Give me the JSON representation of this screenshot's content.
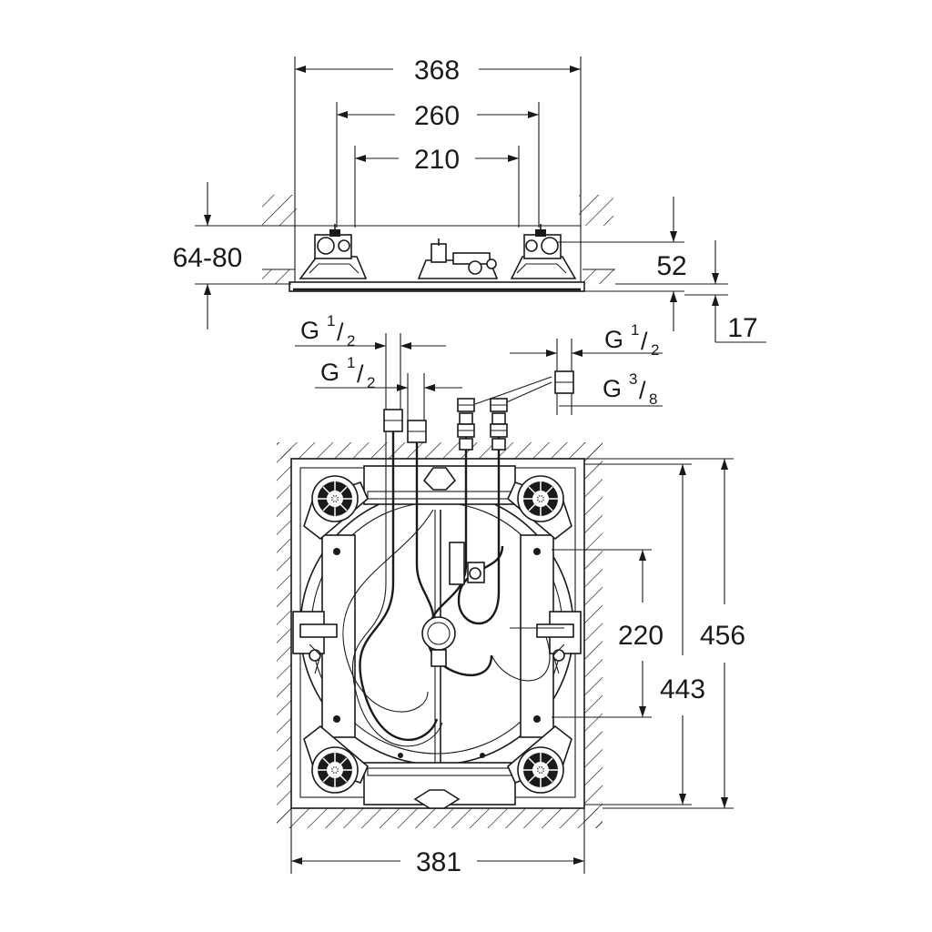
{
  "dimensions": {
    "top_width_outer": "368",
    "top_width_mid": "260",
    "top_width_inner": "210",
    "depth_range": "64-80",
    "body_height": "52",
    "plate_height": "17",
    "bottom_width": "381",
    "inner_spacing": "220",
    "inner_height": "443",
    "outer_height": "456"
  },
  "threads": {
    "t1": {
      "prefix": "G",
      "num": "1",
      "den": "2"
    },
    "t2": {
      "prefix": "G",
      "num": "1",
      "den": "2"
    },
    "t3": {
      "prefix": "G",
      "num": "1",
      "den": "2"
    },
    "t4": {
      "prefix": "G",
      "num": "3",
      "den": "8"
    }
  }
}
